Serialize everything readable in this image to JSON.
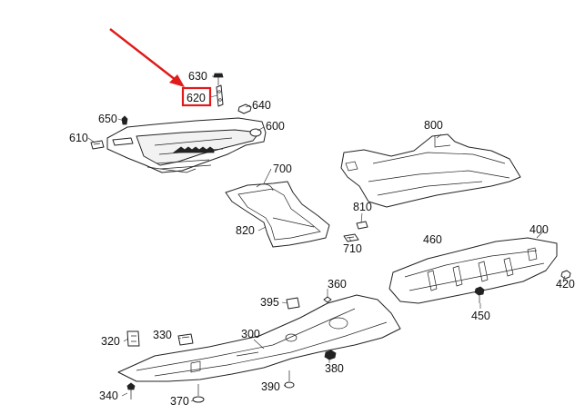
{
  "highlight_color": "#e01b1b",
  "arrow_color": "#e01b1b",
  "callouts": [
    {
      "id": "630",
      "text": "630"
    },
    {
      "id": "620",
      "text": "620",
      "highlighted": true
    },
    {
      "id": "640",
      "text": "640"
    },
    {
      "id": "650",
      "text": "650"
    },
    {
      "id": "610",
      "text": "610"
    },
    {
      "id": "600",
      "text": "600"
    },
    {
      "id": "800",
      "text": "800"
    },
    {
      "id": "700",
      "text": "700"
    },
    {
      "id": "810",
      "text": "810"
    },
    {
      "id": "820",
      "text": "820"
    },
    {
      "id": "710",
      "text": "710"
    },
    {
      "id": "460",
      "text": "460"
    },
    {
      "id": "400",
      "text": "400"
    },
    {
      "id": "420",
      "text": "420"
    },
    {
      "id": "450",
      "text": "450"
    },
    {
      "id": "395",
      "text": "395"
    },
    {
      "id": "360",
      "text": "360"
    },
    {
      "id": "320",
      "text": "320"
    },
    {
      "id": "330",
      "text": "330"
    },
    {
      "id": "300",
      "text": "300"
    },
    {
      "id": "380",
      "text": "380"
    },
    {
      "id": "340",
      "text": "340"
    },
    {
      "id": "370",
      "text": "370"
    },
    {
      "id": "390",
      "text": "390"
    }
  ]
}
